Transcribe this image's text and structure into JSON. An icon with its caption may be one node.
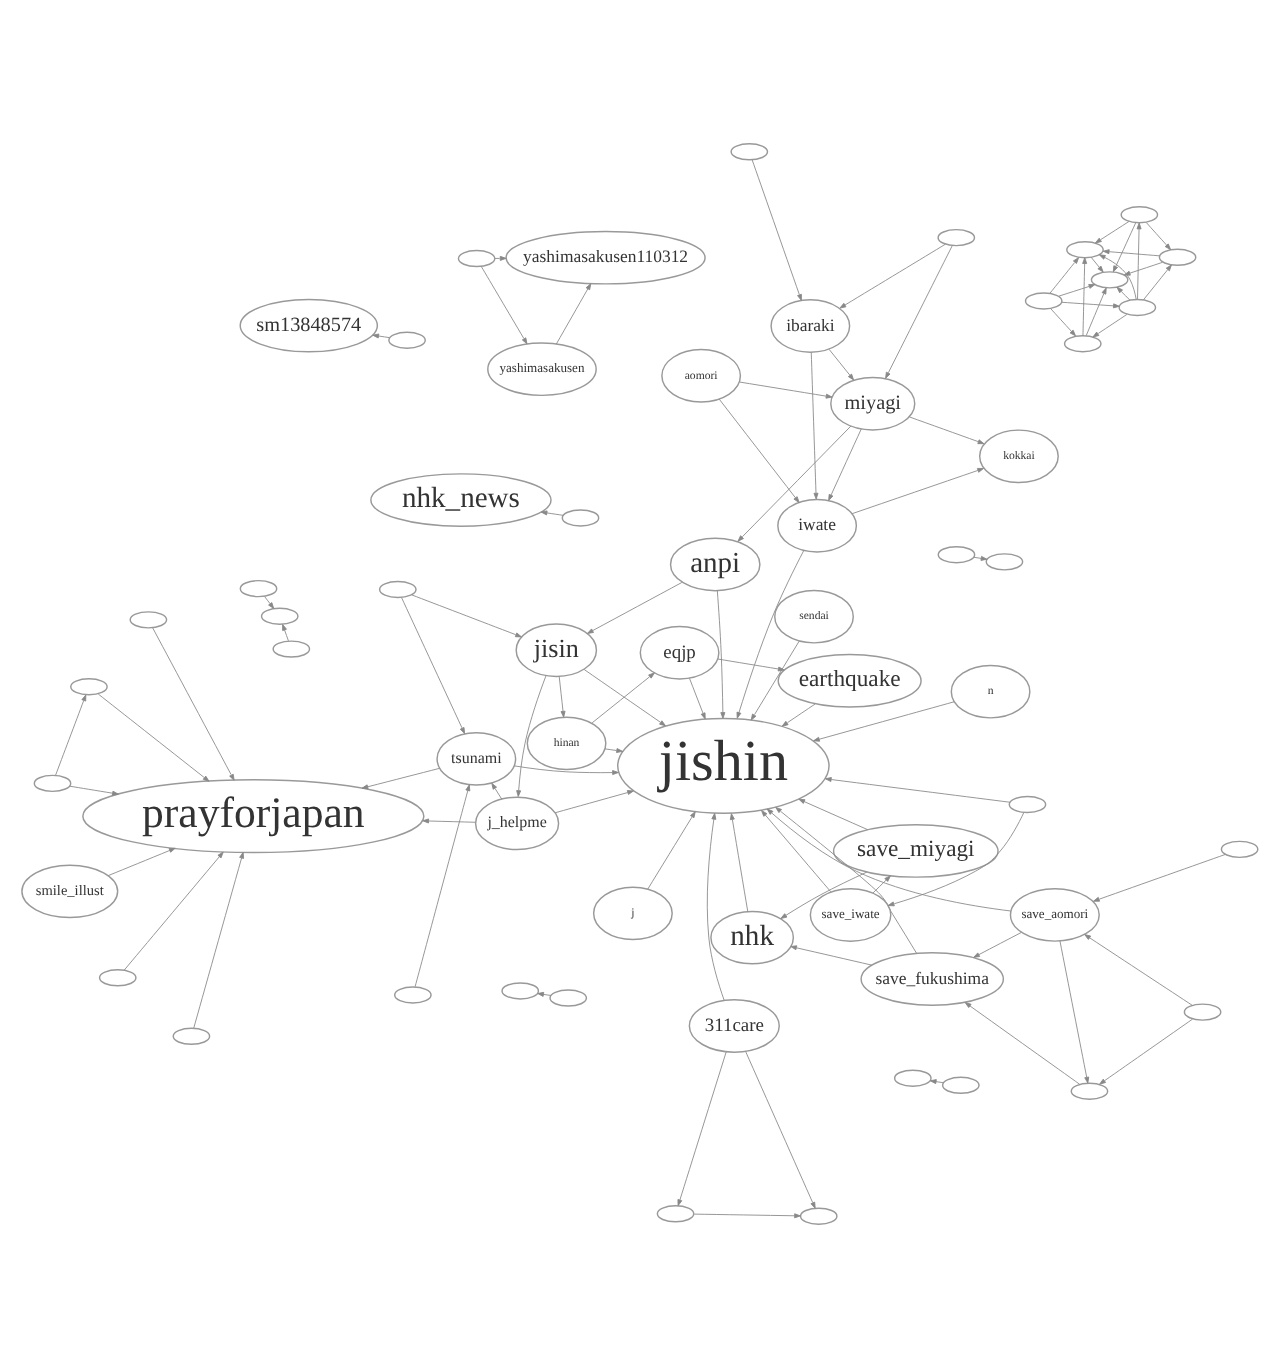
{
  "diagram": {
    "nodes": [
      {
        "text": [
          "nhk_news"
        ]
      },
      {
        "text": [],
        "shape": "ellipse"
      },
      {
        "text": [
          "sm13848574"
        ]
      },
      {
        "text": [],
        "shape": "ellipse"
      },
      {
        "text": [],
        "shape": "ellipse"
      },
      {
        "text": [],
        "shape": "ellipse"
      },
      {
        "text": [],
        "shape": "ellipse"
      },
      {
        "text": [],
        "shape": "ellipse"
      },
      {
        "text": [],
        "shape": "ellipse"
      },
      {
        "text": [],
        "shape": "ellipse"
      },
      {
        "text": [],
        "shape": "ellipse"
      },
      {
        "text": [],
        "shape": "ellipse"
      },
      {
        "text": [],
        "shape": "ellipse"
      },
      {
        "text": [],
        "shape": "ellipse"
      },
      {
        "text": [],
        "shape": "ellipse"
      },
      {
        "text": [],
        "shape": "ellipse"
      },
      {
        "text": [],
        "shape": "ellipse"
      },
      {
        "text": [],
        "shape": "ellipse"
      },
      {
        "text": [
          "yashimasakusen110312"
        ]
      },
      {
        "text": [
          "yashimasakusen"
        ]
      },
      {
        "text": [],
        "shape": "ellipse"
      },
      {
        "text": [],
        "shape": "ellipse"
      },
      {
        "text": [
          "jishin"
        ]
      },
      {
        "text": [
          "nhk"
        ]
      },
      {
        "text": [
          "save_miyagi"
        ]
      },
      {
        "text": [
          "save_fukushima"
        ]
      },
      {
        "text": [
          "save_aomori"
        ]
      },
      {
        "text": [
          "save_iwate"
        ]
      },
      {
        "text": [],
        "shape": "ellipse"
      },
      {
        "text": [],
        "shape": "ellipse"
      },
      {
        "text": [
          "311care"
        ]
      },
      {
        "text": [
          "anpi"
        ]
      },
      {
        "text": [
          "jisin"
        ]
      },
      {
        "text": [
          "earthquake"
        ]
      },
      {
        "text": [
          "eqjp"
        ]
      },
      {
        "text": [
          "hinan"
        ]
      },
      {
        "text": [
          "j_helpme"
        ]
      },
      {
        "text": [
          "tsunami"
        ]
      },
      {
        "text": [
          "prayforjapan"
        ]
      },
      {
        "text": [
          "smile_illust"
        ]
      },
      {
        "text": [
          "ibaraki"
        ]
      },
      {
        "text": [
          "miyagi"
        ]
      },
      {
        "text": [
          "iwate"
        ]
      },
      {
        "text": [
          "sendai"
        ]
      },
      {
        "text": [
          "kokkai"
        ]
      },
      {
        "text": [
          "aomori"
        ]
      },
      {
        "text": [
          "n"
        ]
      },
      {
        "text": [
          "j"
        ]
      },
      {
        "text": [],
        "shape": "ellipse"
      },
      {
        "text": [],
        "shape": "ellipse"
      },
      {
        "text": [],
        "shape": "ellipse"
      },
      {
        "text": [],
        "shape": "ellipse"
      },
      {
        "text": [],
        "shape": "ellipse"
      },
      {
        "text": [],
        "shape": "ellipse"
      },
      {
        "text": [],
        "shape": "ellipse"
      },
      {
        "text": [],
        "shape": "ellipse"
      },
      {
        "text": [],
        "shape": "ellipse"
      },
      {
        "text": [],
        "shape": "ellipse"
      },
      {
        "text": [],
        "shape": "ellipse"
      },
      {
        "text": [],
        "shape": "ellipse"
      },
      {
        "text": [],
        "shape": "ellipse"
      },
      {
        "text": [],
        "shape": "ellipse"
      }
    ],
    "edges": [
      {
        "from": 1,
        "to": 0,
        "arrow": "to"
      },
      {
        "from": 3,
        "to": 2,
        "arrow": "to"
      },
      {
        "from": 5,
        "to": 4,
        "arrow": "to"
      },
      {
        "from": 6,
        "to": 4,
        "arrow": "to"
      },
      {
        "from": 7,
        "to": 4,
        "arrow": "to"
      },
      {
        "from": 8,
        "to": 4,
        "arrow": "to"
      },
      {
        "from": 9,
        "to": 4,
        "arrow": "to"
      },
      {
        "from": 10,
        "to": 4,
        "arrow": "to"
      },
      {
        "from": 5,
        "to": 7,
        "arrow": "to"
      },
      {
        "from": 6,
        "to": 7,
        "arrow": "to"
      },
      {
        "from": 8,
        "to": 7,
        "arrow": "to"
      },
      {
        "from": 9,
        "to": 7,
        "arrow": "to"
      },
      {
        "from": 10,
        "to": 7,
        "arrow": "to"
      },
      {
        "from": 8,
        "to": 5,
        "arrow": "to"
      },
      {
        "from": 9,
        "to": 8,
        "arrow": "to"
      },
      {
        "from": 9,
        "to": 5,
        "arrow": "to"
      },
      {
        "from": 9,
        "to": 6,
        "arrow": "to"
      },
      {
        "from": 10,
        "to": 9,
        "arrow": "to"
      },
      {
        "from": 10,
        "to": 6,
        "arrow": "to"
      },
      {
        "from": 30,
        "to": 11,
        "arrow": "to"
      },
      {
        "from": 11,
        "to": 12,
        "arrow": "to"
      },
      {
        "from": 30,
        "to": 12,
        "arrow": "to"
      },
      {
        "from": 13,
        "to": 14,
        "arrow": "to"
      },
      {
        "from": 16,
        "to": 15,
        "arrow": "to"
      },
      {
        "from": 17,
        "to": 18,
        "arrow": "to"
      },
      {
        "from": 17,
        "to": 19,
        "arrow": "to"
      },
      {
        "from": 19,
        "to": 18,
        "arrow": "to"
      },
      {
        "from": 21,
        "to": 20,
        "arrow": "to"
      },
      {
        "from": 49,
        "to": 50,
        "arrow": "to"
      },
      {
        "from": 51,
        "to": 50,
        "arrow": "to"
      },
      {
        "from": 29,
        "to": 28,
        "arrow": "to"
      },
      {
        "from": 29,
        "to": 26,
        "arrow": "to"
      },
      {
        "from": 26,
        "to": 28,
        "arrow": "to"
      },
      {
        "from": 53,
        "to": 26,
        "arrow": "to"
      },
      {
        "from": 23,
        "to": 22,
        "arrow": "to"
      },
      {
        "from": 24,
        "to": 22,
        "arrow": "to"
      },
      {
        "from": 25,
        "to": 22,
        "arrow": "to"
      },
      {
        "from": 26,
        "to": 22,
        "arrow": "to"
      },
      {
        "from": 27,
        "to": 22,
        "arrow": "to"
      },
      {
        "from": 30,
        "to": 22,
        "arrow": "to"
      },
      {
        "from": 31,
        "to": 22,
        "arrow": "to"
      },
      {
        "from": 32,
        "to": 22,
        "arrow": "to"
      },
      {
        "from": 33,
        "to": 22,
        "arrow": "to"
      },
      {
        "from": 34,
        "to": 22,
        "arrow": "to"
      },
      {
        "from": 35,
        "to": 22,
        "arrow": "to"
      },
      {
        "from": 36,
        "to": 22,
        "arrow": "to"
      },
      {
        "from": 37,
        "to": 22,
        "arrow": "to"
      },
      {
        "from": 43,
        "to": 22,
        "arrow": "to"
      },
      {
        "from": 46,
        "to": 22,
        "arrow": "to"
      },
      {
        "from": 47,
        "to": 22,
        "arrow": "to"
      },
      {
        "from": 25,
        "to": 23,
        "arrow": "to"
      },
      {
        "from": 24,
        "to": 23,
        "arrow": "to"
      },
      {
        "from": 27,
        "to": 24,
        "arrow": "to"
      },
      {
        "from": 26,
        "to": 25,
        "arrow": "to"
      },
      {
        "from": 28,
        "to": 25,
        "arrow": "to"
      },
      {
        "from": 40,
        "to": 41,
        "arrow": "to"
      },
      {
        "from": 40,
        "to": 42,
        "arrow": "to"
      },
      {
        "from": 41,
        "to": 42,
        "arrow": "to"
      },
      {
        "from": 45,
        "to": 41,
        "arrow": "to"
      },
      {
        "from": 45,
        "to": 42,
        "arrow": "to"
      },
      {
        "from": 41,
        "to": 44,
        "arrow": "to"
      },
      {
        "from": 42,
        "to": 44,
        "arrow": "to"
      },
      {
        "from": 42,
        "to": 22,
        "arrow": "to"
      },
      {
        "from": 41,
        "to": 31,
        "arrow": "to"
      },
      {
        "from": 31,
        "to": 32,
        "arrow": "to"
      },
      {
        "from": 32,
        "to": 35,
        "arrow": "to"
      },
      {
        "from": 35,
        "to": 34,
        "arrow": "to"
      },
      {
        "from": 34,
        "to": 33,
        "arrow": "to"
      },
      {
        "from": 32,
        "to": 36,
        "arrow": "to"
      },
      {
        "from": 36,
        "to": 37,
        "arrow": "to"
      },
      {
        "from": 37,
        "to": 38,
        "arrow": "to"
      },
      {
        "from": 36,
        "to": 38,
        "arrow": "to"
      },
      {
        "from": 39,
        "to": 38,
        "arrow": "to"
      },
      {
        "from": 48,
        "to": 38,
        "arrow": "to"
      },
      {
        "from": 54,
        "to": 38,
        "arrow": "to"
      },
      {
        "from": 55,
        "to": 38,
        "arrow": "to"
      },
      {
        "from": 56,
        "to": 38,
        "arrow": "to"
      },
      {
        "from": 54,
        "to": 56,
        "arrow": "to"
      },
      {
        "from": 57,
        "to": 38,
        "arrow": "to"
      },
      {
        "from": 58,
        "to": 37,
        "arrow": "to"
      },
      {
        "from": 59,
        "to": 37,
        "arrow": "to"
      },
      {
        "from": 60,
        "to": 40,
        "arrow": "to"
      },
      {
        "from": 60,
        "to": 41,
        "arrow": "to"
      },
      {
        "from": 61,
        "to": 40,
        "arrow": "to"
      },
      {
        "from": 52,
        "to": 27,
        "arrow": "to"
      },
      {
        "from": 52,
        "to": 22,
        "arrow": "to"
      },
      {
        "from": 59,
        "to": 32,
        "arrow": "to"
      }
    ]
  }
}
